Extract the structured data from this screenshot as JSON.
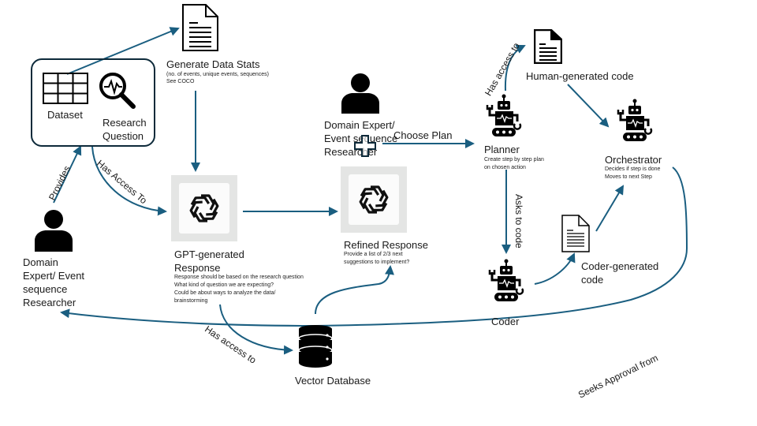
{
  "diagram": {
    "colors": {
      "arrow": "#1a5e80",
      "icon": "#000000",
      "box_border": "#0d2a3a",
      "gpt_bg": "#e4e5e4"
    },
    "nodes": {
      "data_stats": {
        "icon": "document-icon",
        "title": "Generate Data Stats",
        "detail": "(no. of events, unique events, sequences)",
        "detail2": "See COCO"
      },
      "input_box": {
        "dataset": {
          "icon": "table-icon",
          "label": "Dataset"
        },
        "research_question": {
          "icon": "magnifier-pulse-icon",
          "label": "Research",
          "label2": "Question"
        }
      },
      "researcher_left": {
        "icon": "person-icon",
        "label": "Domain",
        "label2": "Expert/ Event",
        "label3": "sequence",
        "label4": "Researcher"
      },
      "gpt_response": {
        "icon": "openai-logo-icon",
        "title": "GPT-generated",
        "title2": "Response",
        "notes": [
          "Response should be based on the research question",
          "What kind of question we are expecting?",
          "Could be about ways to analyze the data/",
          "brainstorming"
        ]
      },
      "researcher_mid": {
        "icon": "person-icon",
        "label": "Domain Expert/",
        "label2": "Event sequence",
        "label3": "Researcher"
      },
      "refined_response": {
        "icon": "openai-logo-icon",
        "title": "Refined Response",
        "notes": [
          "Provide a list of 2/3 next",
          "suggestions to implement?"
        ]
      },
      "vector_db": {
        "icon": "database-icon",
        "label": "Vector Database"
      },
      "human_code": {
        "icon": "document-icon",
        "label": "Human-generated code"
      },
      "planner": {
        "icon": "robot-icon",
        "label": "Planner",
        "notes": [
          "Create step by step plan",
          "on chosen action"
        ]
      },
      "orchestrator": {
        "icon": "robot-icon",
        "label": "Orchestrator",
        "notes": [
          "Decides if step is done",
          "Moves to next Step"
        ]
      },
      "coder_code": {
        "icon": "document-icon",
        "label": "Coder-generated",
        "label2": "code"
      },
      "coder": {
        "icon": "robot-icon",
        "label": "Coder"
      }
    },
    "edges": {
      "provides": "Provides",
      "has_access_to_dataset": "Has Access To",
      "has_access_to_db": "Has access to",
      "choose_plan": "Choose Plan",
      "has_access_to_human_code": "Has access to",
      "asks_to_code": "Asks to code",
      "seeks_approval": "Seeks Approval from"
    }
  }
}
